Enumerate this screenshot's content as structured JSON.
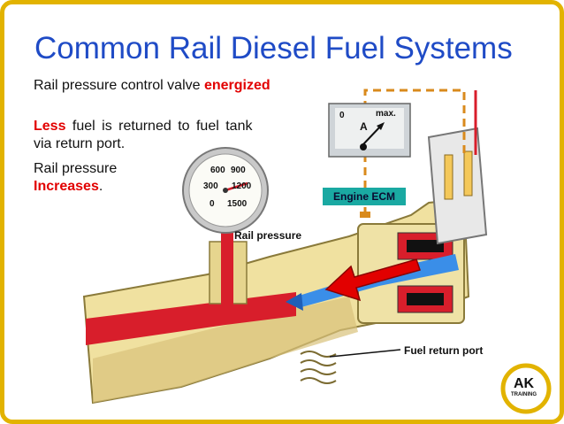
{
  "title": "Common Rail Diesel Fuel Systems",
  "status": {
    "prefix": "Rail pressure control valve ",
    "state": "energized"
  },
  "return_note": {
    "emph": "Less",
    "line1_rest": " fuel is returned to fuel tank",
    "line2": "via return port."
  },
  "pressure_note": {
    "line1": "Rail pressure",
    "emph": "Increases",
    "tail": "."
  },
  "gauge": {
    "ticks": [
      "0",
      "300",
      "600",
      "900",
      "1200",
      "1500"
    ]
  },
  "ammeter": {
    "min": "0",
    "max": "max.",
    "unit": "A"
  },
  "labels": {
    "ecm": "Engine ECM",
    "rail_pressure": "Rail pressure",
    "fuel_return_port": "Fuel return port"
  },
  "logo": {
    "brand": "AK",
    "sub": "TRAINING"
  },
  "colors": {
    "title": "#1f4bc6",
    "accent_red": "#e20000",
    "frame": "#e2b300",
    "ecm": "#1aa9a2",
    "wire": "#d98a1c",
    "fuel": "#d81e2b",
    "return_flow": "#3a8ee8",
    "housing": "#f0e1a0"
  }
}
